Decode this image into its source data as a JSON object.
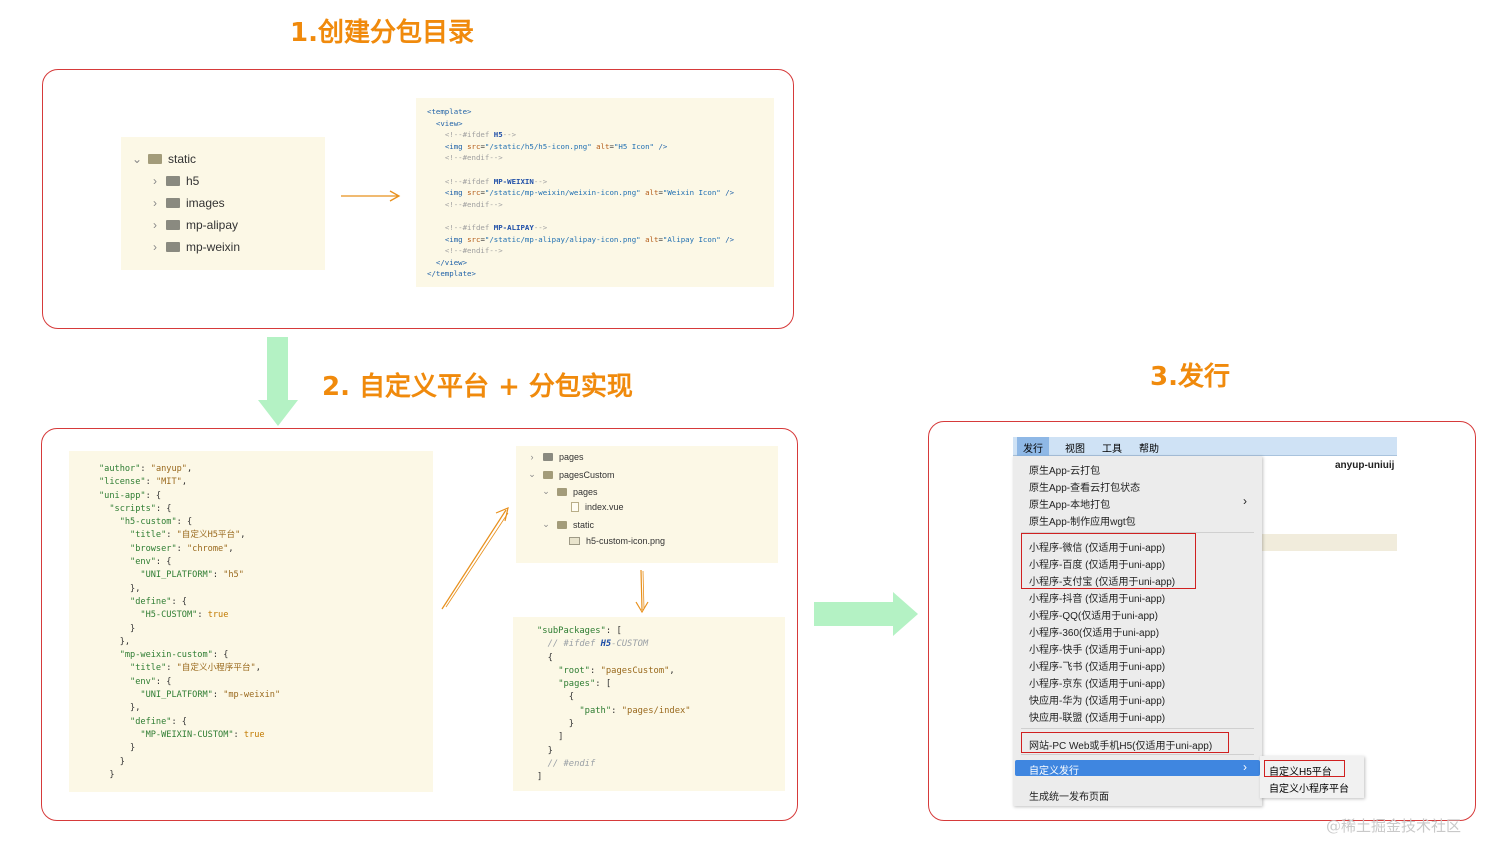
{
  "titles": {
    "step1": "1.创建分包目录",
    "step2": "2. 自定义平台 + 分包实现",
    "step3": "3.发行"
  },
  "colors": {
    "accent": "#f08a0c",
    "frame": "#d63a3a",
    "green_arrow": "#b4f2c4",
    "panel": "#fcf8e6",
    "menu_highlight": "#3f86e0"
  },
  "tree1": {
    "root": "static",
    "children": [
      "h5",
      "images",
      "mp-alipay",
      "mp-weixin"
    ]
  },
  "template_code": [
    "<template>",
    "  <view>",
    "    <!--#ifdef H5-->",
    "    <img src=\"/static/h5/h5-icon.png\" alt=\"H5 Icon\" />",
    "    <!--#endif-->",
    "",
    "    <!--#ifdef MP-WEIXIN-->",
    "    <img src=\"/static/mp-weixin/weixin-icon.png\" alt=\"Weixin Icon\" />",
    "    <!--#endif-->",
    "",
    "    <!--#ifdef MP-ALIPAY-->",
    "    <img src=\"/static/mp-alipay/alipay-icon.png\" alt=\"Alipay Icon\" />",
    "    <!--#endif-->",
    "  </view>",
    "</template>"
  ],
  "package_json_code": [
    "\"author\": \"anyup\",",
    "\"license\": \"MIT\",",
    "\"uni-app\": {",
    "  \"scripts\": {",
    "    \"h5-custom\": {",
    "      \"title\": \"自定义H5平台\",",
    "      \"browser\": \"chrome\",",
    "      \"env\": {",
    "        \"UNI_PLATFORM\": \"h5\"",
    "      },",
    "      \"define\": {",
    "        \"H5-CUSTOM\": true",
    "      }",
    "    },",
    "    \"mp-weixin-custom\": {",
    "      \"title\": \"自定义小程序平台\",",
    "      \"env\": {",
    "        \"UNI_PLATFORM\": \"mp-weixin\"",
    "      },",
    "      \"define\": {",
    "        \"MP-WEIXIN-CUSTOM\": true",
    "      }",
    "    }",
    "  }"
  ],
  "tree2": {
    "pages": "pages",
    "pagesCustom": "pagesCustom",
    "sub_pages": "pages",
    "index_file": "index.vue",
    "static": "static",
    "icon_file": "h5-custom-icon.png"
  },
  "subpackages_code": [
    "\"subPackages\": [",
    "  // #ifdef H5-CUSTOM",
    "  {",
    "    \"root\": \"pagesCustom\",",
    "    \"pages\": [",
    "      {",
    "        \"path\": \"pages/index\"",
    "      }",
    "    ]",
    "  }",
    "  // #endif",
    "]"
  ],
  "menubar": {
    "items": [
      "发行",
      "视图",
      "工具",
      "帮助"
    ],
    "project": "anyup-uniuij"
  },
  "menu": {
    "group1": [
      "原生App-云打包",
      "原生App-查看云打包状态",
      "原生App-本地打包",
      "原生App-制作应用wgt包"
    ],
    "group2": [
      "小程序-微信 (仅适用于uni-app)",
      "小程序-百度 (仅适用于uni-app)",
      "小程序-支付宝 (仅适用于uni-app)",
      "小程序-抖音 (仅适用于uni-app)",
      "小程序-QQ(仅适用于uni-app)",
      "小程序-360(仅适用于uni-app)",
      "小程序-快手 (仅适用于uni-app)",
      "小程序-飞书 (仅适用于uni-app)",
      "小程序-京东 (仅适用于uni-app)",
      "快应用-华为 (仅适用于uni-app)",
      "快应用-联盟 (仅适用于uni-app)"
    ],
    "web": "网站-PC Web或手机H5(仅适用于uni-app)",
    "custom": "自定义发行",
    "generate": "生成统一发布页面"
  },
  "submenu": [
    "自定义H5平台",
    "自定义小程序平台"
  ],
  "watermark": "@稀土掘金技术社区"
}
